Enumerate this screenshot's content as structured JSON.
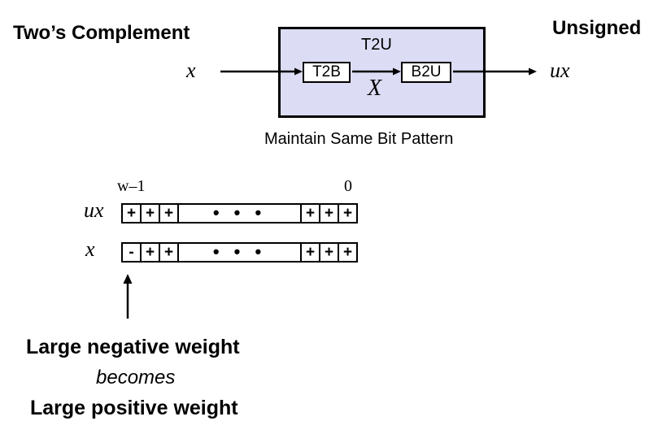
{
  "left_title": "Two’s Complement",
  "right_title": "Unsigned",
  "input_var": "x",
  "output_var": "ux",
  "outer_box_label": "T2U",
  "outer_box_fill": "#dcdcf4",
  "stage1_label": "T2B",
  "stage2_label": "B2U",
  "intermediate_var": "X",
  "subtitle": "Maintain Same Bit Pattern",
  "bit_positions": {
    "msb": "w–1",
    "lsb": "0"
  },
  "rows": [
    {
      "label": "ux",
      "bits": [
        "+",
        "+",
        "+",
        "• • •",
        "+",
        "+",
        "+"
      ]
    },
    {
      "label": "x",
      "bits": [
        "-",
        "+",
        "+",
        "• • •",
        "+",
        "+",
        "+"
      ]
    }
  ],
  "caption": {
    "line1": "Large negative weight",
    "line2": "becomes",
    "line3": "Large positive weight"
  }
}
